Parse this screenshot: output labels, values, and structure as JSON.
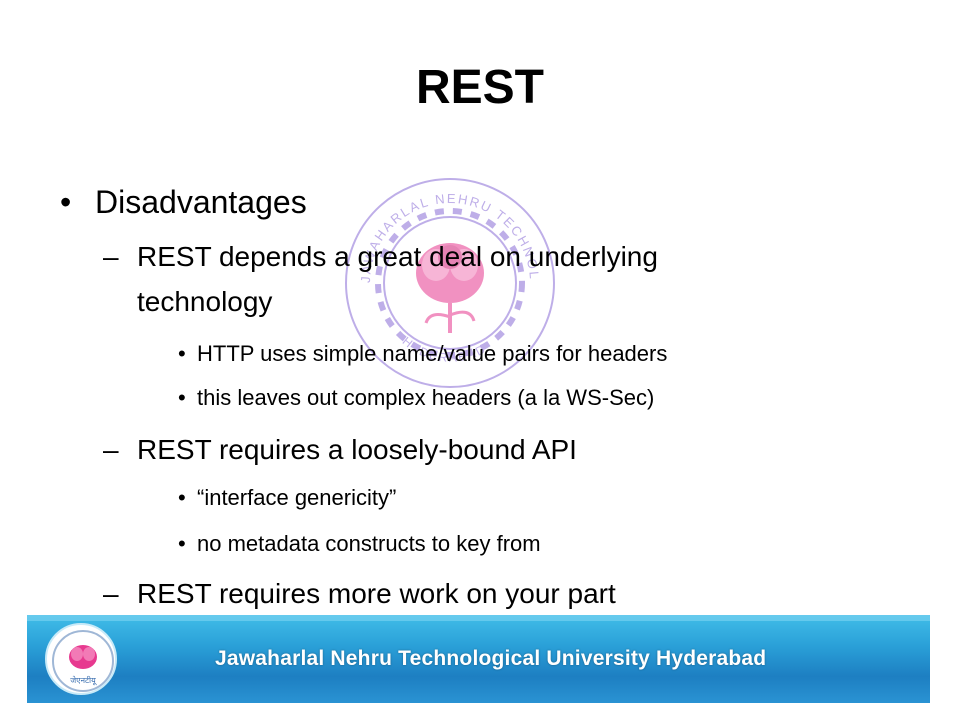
{
  "slide": {
    "title": "REST",
    "bullets": [
      {
        "level": 1,
        "text": "Disadvantages"
      },
      {
        "level": 2,
        "text": "REST depends a great deal on underlying"
      },
      {
        "level": 2,
        "text": "technology",
        "continuation": true
      },
      {
        "level": 3,
        "text": "HTTP uses simple name/value pairs for headers"
      },
      {
        "level": 3,
        "text": "this leaves out complex headers (a la WS-Sec)"
      },
      {
        "level": 2,
        "text": "REST requires a loosely-bound API"
      },
      {
        "level": 3,
        "text": "“interface genericity”"
      },
      {
        "level": 3,
        "text": "no metadata constructs to key from"
      },
      {
        "level": 2,
        "text": "REST requires more work on your part"
      }
    ],
    "markers": {
      "level1": "•",
      "level2": "–",
      "level3": "•"
    }
  },
  "watermark": {
    "ring_text": "JAWAHARLAL NEHRU TECHNOLOGICAL UNIVERSITY",
    "city": "HYDERABAD",
    "color": "#8a6dd6",
    "rose_color": "#e7398f"
  },
  "footer": {
    "text": "Jawaharlal Nehru Technological University Hyderabad",
    "logo_caption": "जेएनटीयू",
    "background": "#2a93d3"
  }
}
